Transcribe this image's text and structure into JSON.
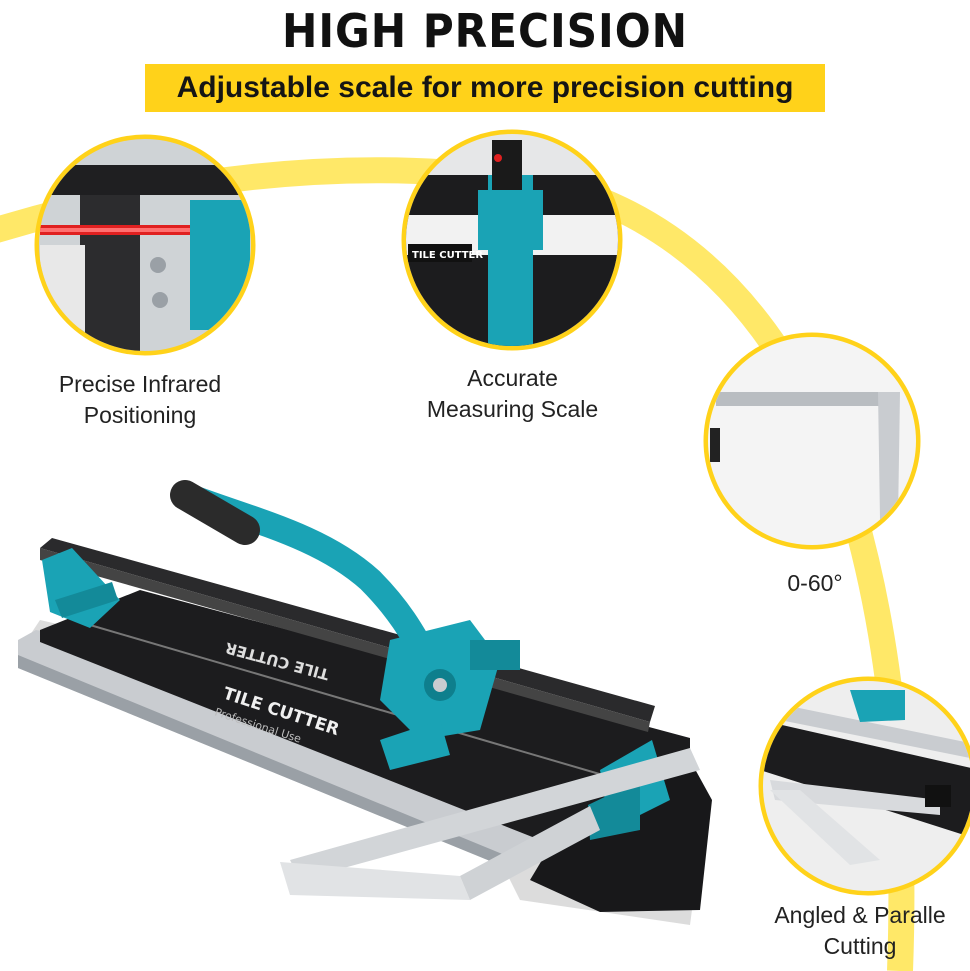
{
  "heading": "HIGH PRECISION",
  "subheading": "Adjustable scale for more precision cutting",
  "colors": {
    "accent_yellow": "#ffd21a",
    "tool_teal": "#1aa3b5",
    "base_black": "#1c1c1e",
    "rail_silver": "#c9ccd0"
  },
  "features": [
    {
      "label_line1": "Precise Infrared",
      "label_line2": "Positioning"
    },
    {
      "label_line1": "Accurate",
      "label_line2": "Measuring Scale"
    },
    {
      "label_line1": "0-60°",
      "label_line2": ""
    },
    {
      "label_line1": "Angled & Paralle",
      "label_line2": "Cutting"
    }
  ],
  "product": {
    "brand_text": "TILE CUTTER",
    "tagline": "Professional Use"
  }
}
